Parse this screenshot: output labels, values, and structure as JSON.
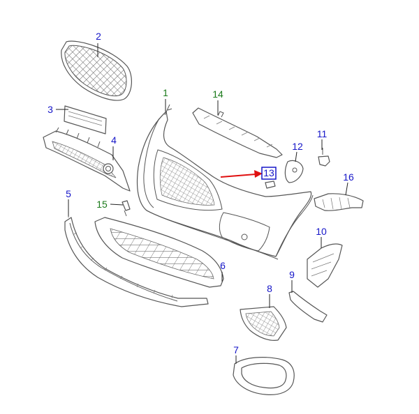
{
  "colors": {
    "label_blue": "#1515c8",
    "label_green": "#1a7a1a",
    "highlight_box": "#1515c8",
    "pointer_arrow": "#e01010",
    "part_stroke": "#555555"
  },
  "callouts": {
    "c1": {
      "text": "1",
      "color": "green"
    },
    "c2": {
      "text": "2",
      "color": "blue"
    },
    "c3": {
      "text": "3",
      "color": "blue"
    },
    "c4": {
      "text": "4",
      "color": "blue"
    },
    "c5": {
      "text": "5",
      "color": "blue"
    },
    "c6": {
      "text": "6",
      "color": "blue"
    },
    "c7": {
      "text": "7",
      "color": "blue"
    },
    "c8": {
      "text": "8",
      "color": "blue"
    },
    "c9": {
      "text": "9",
      "color": "blue"
    },
    "c10": {
      "text": "10",
      "color": "blue"
    },
    "c11": {
      "text": "11",
      "color": "blue"
    },
    "c12": {
      "text": "12",
      "color": "blue"
    },
    "c13": {
      "text": "13",
      "color": "blue",
      "highlighted": true
    },
    "c14": {
      "text": "14",
      "color": "green"
    },
    "c15": {
      "text": "15",
      "color": "green"
    },
    "c16": {
      "text": "16",
      "color": "blue"
    }
  }
}
